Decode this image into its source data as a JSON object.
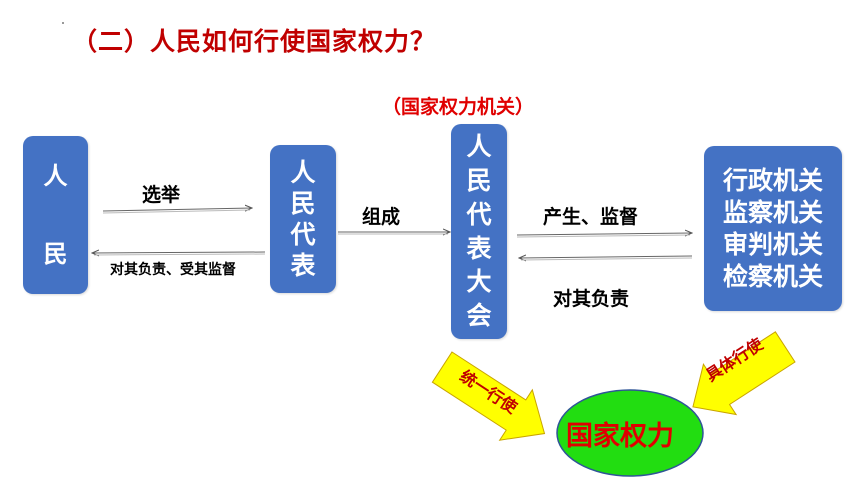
{
  "title": "（二）人民如何行使国家权力？",
  "caption": "（国家权力机关）",
  "boxes": {
    "people": "人民",
    "deputies": "人民代表",
    "congress": "人民代表大会",
    "organs": [
      "行政机关",
      "监察机关",
      "审判机关",
      "检察机关"
    ]
  },
  "labels": {
    "elect": "选举",
    "responsible_supervised": "对其负责、受其监督",
    "compose": "组成",
    "produce_supervise": "产生、监督",
    "responsible": "对其负责",
    "unified_exercise": "统一行使",
    "specific_exercise": "具体行使"
  },
  "power": "国家权力",
  "colors": {
    "box": "#4472c4",
    "title": "#c00000",
    "caption": "#e00000",
    "ellipse": "#22dd11",
    "arrow_fill": "#ffff00",
    "arrow_text": "#c00000"
  }
}
